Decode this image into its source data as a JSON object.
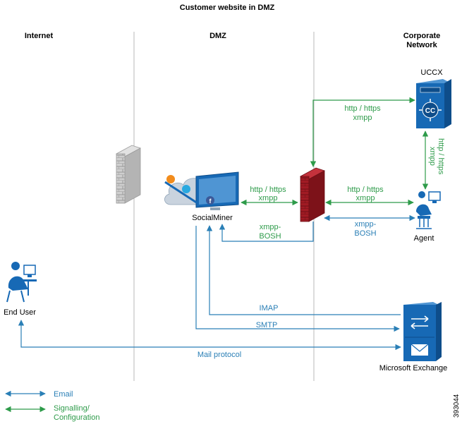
{
  "title": "Customer website in DMZ",
  "zones": {
    "internet": "Internet",
    "dmz": "DMZ",
    "corporate_line1": "Corporate",
    "corporate_line2": "Network"
  },
  "nodes": {
    "uccx": "UCCX",
    "socialminer": "SocialMiner",
    "agent": "Agent",
    "end_user": "End User",
    "exchange": "Microsoft Exchange"
  },
  "links": {
    "uccx_http_line1": "http / https",
    "uccx_http_line2": "xmpp",
    "uccx_agent_line1": "http / https",
    "uccx_agent_line2": "xmpp",
    "sm_fw_line1": "http / https",
    "sm_fw_line2": "xmpp",
    "fw_agent_line1": "http / https",
    "fw_agent_line2": "xmpp",
    "bosh_sm_line1": "xmpp-",
    "bosh_sm_line2": "BOSH",
    "bosh_agent_line1": "xmpp-",
    "bosh_agent_line2": "BOSH",
    "imap": "IMAP",
    "smtp": "SMTP",
    "mail_protocol": "Mail protocol"
  },
  "legend": {
    "email": "Email",
    "signalling_line1": "Signalling/",
    "signalling_line2": "Configuration"
  },
  "figure_id": "393044",
  "colors": {
    "signalling": "#2e9b4a",
    "email": "#2a7fb6",
    "firewall_red": "#a11b24",
    "firewall_gray": "#c9c9c9",
    "server_blue": "#1769b5"
  }
}
